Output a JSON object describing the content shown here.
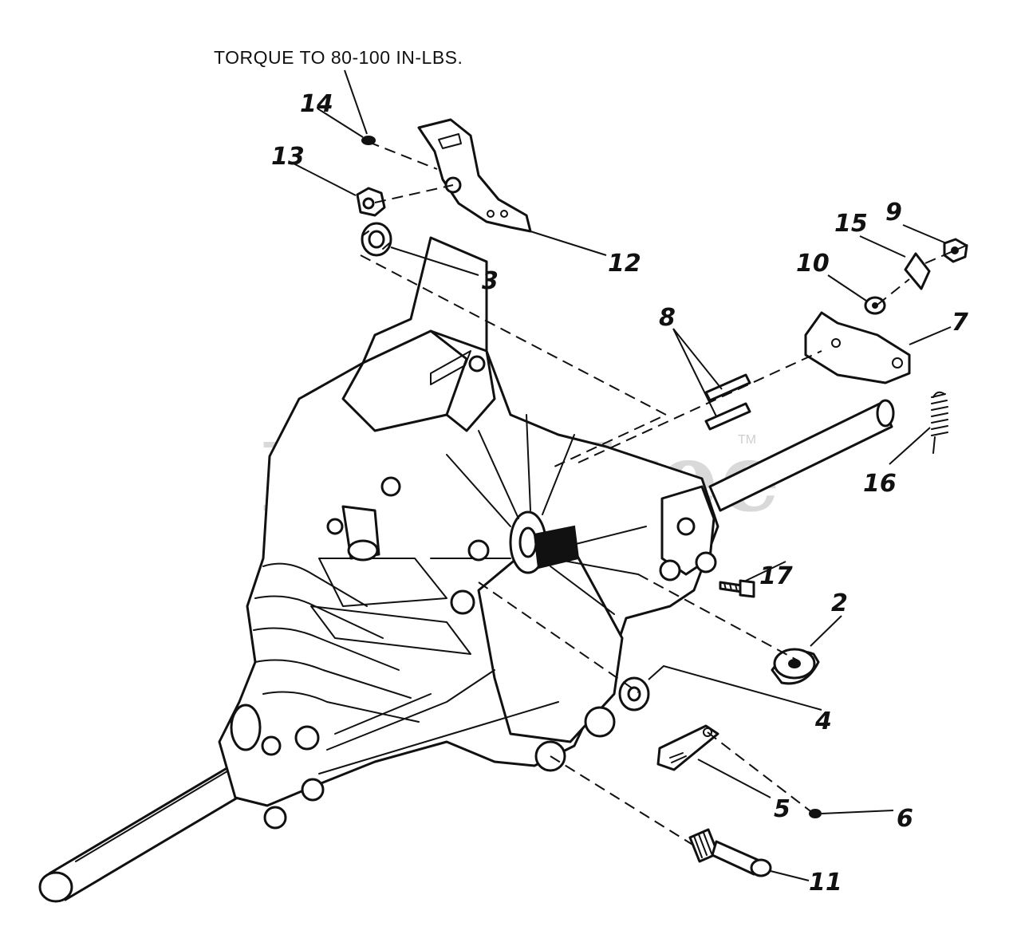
{
  "diagram": {
    "note": "TORQUE TO 80-100 IN-LBS.",
    "watermark": "PartsTree",
    "trademark": "TM",
    "callouts": {
      "c1": "14",
      "c2": "13",
      "c3": "12",
      "c4": "3",
      "c5": "9",
      "c6": "15",
      "c7": "10",
      "c8": "8",
      "c9": "7",
      "c10": "16",
      "c11": "17",
      "c12": "2",
      "c13": "4",
      "c14": "5",
      "c15": "6",
      "c16": "11"
    }
  }
}
